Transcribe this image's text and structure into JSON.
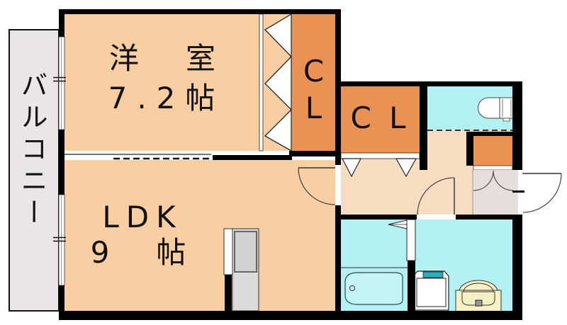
{
  "plan": {
    "balcony": {
      "label": "バルコニー"
    },
    "western_room": {
      "name": "洋　室",
      "size": "7.2帖"
    },
    "closet_main": {
      "line1": "C",
      "line2": "L"
    },
    "closet_hall": {
      "label": "C L"
    },
    "ldk": {
      "name": "LDK",
      "size": "9　帖"
    },
    "fixtures": {
      "toilet": "toilet",
      "bathtub": "bathtub",
      "washing_machine": "washing-machine",
      "vanity": "wash-basin",
      "kitchen": "kitchen-sink-unit"
    },
    "colors": {
      "room_fill": "#F8CEA2",
      "hall_fill": "#F6DCC0",
      "closet_fill": "#EA9254",
      "wet_area_fill": "#B4F1F4",
      "bathtub_fill": "#C4F4F6",
      "entry_fill": "#E4DFDC",
      "balcony_fill": "#EAE6E8",
      "kitchen_fill": "#DBDBDB",
      "sink_fill": "#D2D2D2",
      "washer_accent": "#2BAEBC",
      "vanity_fill": "#F6F1C5",
      "wall": "#000000"
    }
  }
}
